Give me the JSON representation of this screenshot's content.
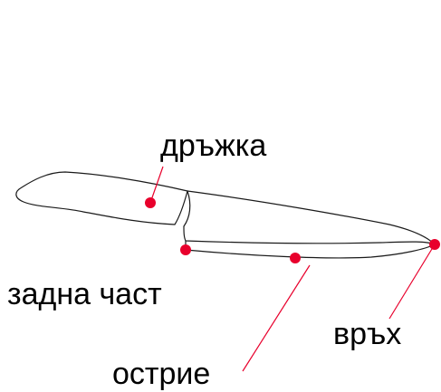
{
  "title": "",
  "colors": {
    "outline": "#1a1a1a",
    "marker": "#e8002c",
    "leader_line": "#e8002c",
    "label_text": "#000000",
    "background": "#ffffff"
  },
  "parts": [
    {
      "id": "handle",
      "label": "дръжка"
    },
    {
      "id": "heel",
      "label": "задна част"
    },
    {
      "id": "tip",
      "label": "връх"
    },
    {
      "id": "edge",
      "label": "острие"
    }
  ]
}
